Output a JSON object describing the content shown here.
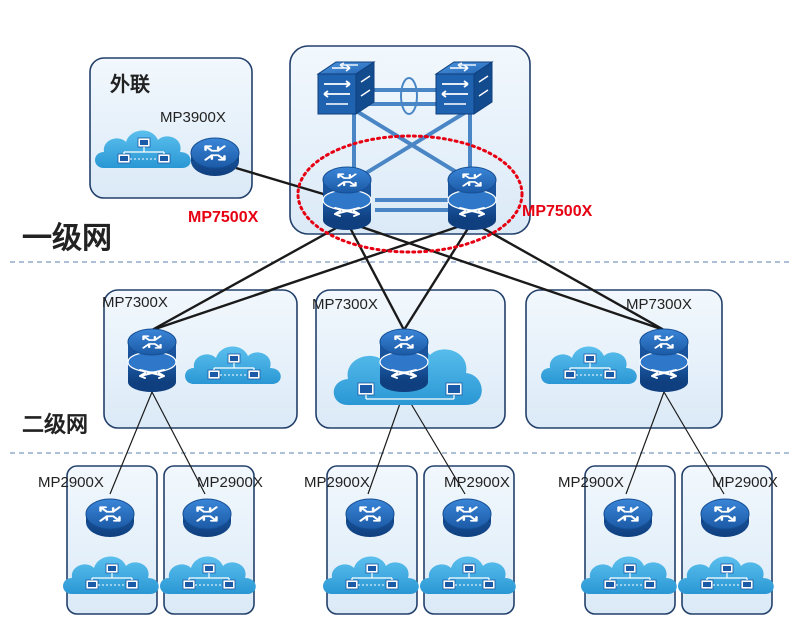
{
  "labels": {
    "external": "外联",
    "level1": "一级网",
    "level2": "二级网"
  },
  "models": {
    "external_router": "MP3900X",
    "core_left": "MP7500X",
    "core_right": "MP7500X",
    "agg_left": "MP7300X",
    "agg_mid": "MP7300X",
    "agg_right": "MP7300X",
    "acc_1": "MP2900X",
    "acc_2": "MP2900X",
    "acc_3": "MP2900X",
    "acc_4": "MP2900X",
    "acc_5": "MP2900X",
    "acc_6": "MP2900X"
  },
  "colors": {
    "panel_border": "#23406b",
    "panel_fill": "#e9f3fb",
    "device_blue": "#1f62b0",
    "cloud_blue": "#36a7e0",
    "link_line": "#1a1a1a",
    "stack_line": "#4a86c6",
    "redundancy_ring": "#e60012",
    "divider": "#7a9cc0"
  },
  "icons": [
    "router-icon",
    "core-switch-icon",
    "l3-switch-icon",
    "cloud-network-icon"
  ]
}
